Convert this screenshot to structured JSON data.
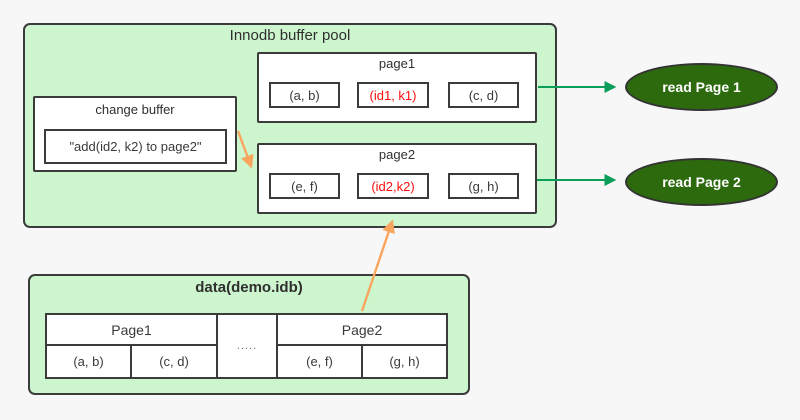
{
  "colors": {
    "background": "#f7f7f8",
    "panel_green": "#cdf5ce",
    "box_border": "#3b3b3b",
    "ellipse_green": "#2d6a0e",
    "arrow_green": "#0a9e58",
    "arrow_orange": "#f9a55e",
    "highlight_red": "#fb0d0d"
  },
  "buffer_pool": {
    "title": "Innodb buffer pool",
    "change_buffer": {
      "title": "change buffer",
      "note": "\"add(id2, k2) to page2\""
    },
    "page1": {
      "title": "page1",
      "cells": [
        {
          "text": "(a, b)"
        },
        {
          "text": "(id1, k1)"
        },
        {
          "text": "(c, d)"
        }
      ]
    },
    "page2": {
      "title": "page2",
      "cells": [
        {
          "text": "(e, f)"
        },
        {
          "text": "(id2,k2)"
        },
        {
          "text": "(g, h)"
        }
      ]
    }
  },
  "read_nodes": [
    {
      "label": "read Page 1"
    },
    {
      "label": "read Page 2"
    }
  ],
  "disk": {
    "title": "data(demo.idb)",
    "table": {
      "page1_header": "Page1",
      "page1_cells": [
        "(a, b)",
        "(c, d)"
      ],
      "ellipsis": ".....",
      "page2_header": "Page2",
      "page2_cells": [
        "(e, f)",
        "(g, h)"
      ]
    }
  }
}
